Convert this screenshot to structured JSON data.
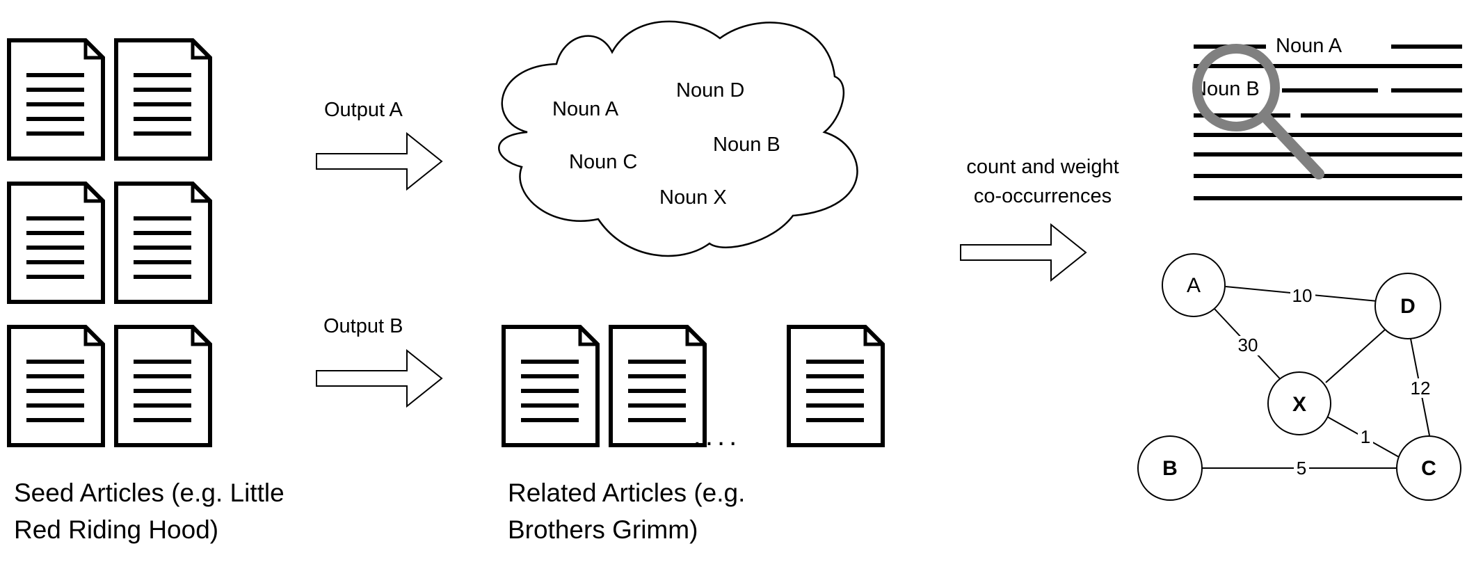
{
  "seed": {
    "caption_line1": "Seed Articles (e.g. Little",
    "caption_line2": "Red Riding Hood)"
  },
  "arrows": {
    "output_a": "Output A",
    "output_b": "Output B",
    "count_line1": "count and weight",
    "count_line2": "co-occurrences"
  },
  "cloud": {
    "nouns": [
      "Noun A",
      "Noun D",
      "Noun C",
      "Noun B",
      "Noun X"
    ]
  },
  "related": {
    "caption_line1": "Related Articles (e.g.",
    "caption_line2": "Brothers Grimm)",
    "ellipsis": "...."
  },
  "text_search": {
    "noun_a": "Noun A",
    "noun_b": "Noun B"
  },
  "graph": {
    "nodes": {
      "A": "A",
      "D": "D",
      "X": "X",
      "B": "B",
      "C": "C"
    },
    "edges": {
      "A_D": "10",
      "A_X": "30",
      "D_C": "12",
      "X_C": "1",
      "B_C": "5"
    }
  }
}
